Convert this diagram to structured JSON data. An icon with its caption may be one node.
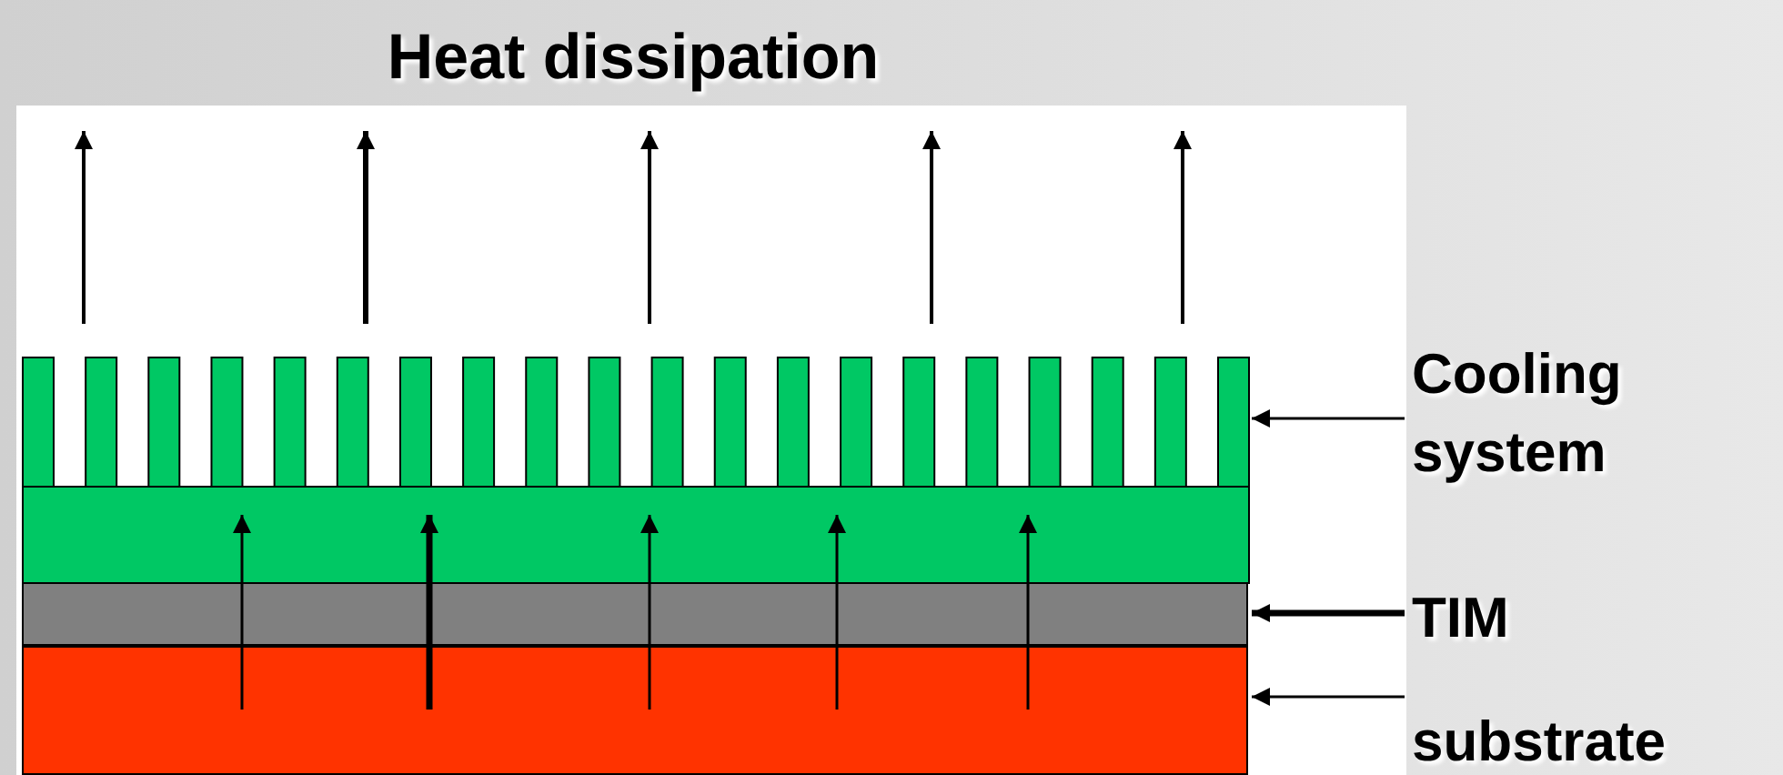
{
  "diagram": {
    "title": "Heat dissipation",
    "nodes": [
      {
        "text": [
          "Cooling system"
        ]
      },
      {
        "text": [
          "TIM"
        ]
      },
      {
        "text": [
          "substrate"
        ]
      },
      {
        "text": [],
        "shape": "box"
      },
      {
        "text": [],
        "shape": "bar"
      },
      {
        "text": [],
        "shape": "bar"
      }
    ],
    "edges": [
      {
        "from": 0,
        "to": 3,
        "arrow": "to"
      },
      {
        "from": 1,
        "to": 4,
        "arrow": "to",
        "style": "thick"
      },
      {
        "from": 2,
        "to": 5,
        "arrow": "to"
      },
      {
        "from": 5,
        "to": 4,
        "arrow": "none"
      },
      {
        "from": 4,
        "to": 3,
        "arrow": "to"
      },
      {
        "from": 5,
        "to": 4,
        "arrow": "none",
        "style": "thick"
      },
      {
        "from": 4,
        "to": 3,
        "arrow": "to",
        "style": "thick"
      },
      {
        "from": 5,
        "to": 4,
        "arrow": "none"
      },
      {
        "from": 4,
        "to": 3,
        "arrow": "to"
      },
      {
        "from": 5,
        "to": 4,
        "arrow": "none"
      },
      {
        "from": 4,
        "to": 3,
        "arrow": "to"
      },
      {
        "from": 5,
        "to": 4,
        "arrow": "none"
      },
      {
        "from": 4,
        "to": 3,
        "arrow": "to"
      }
    ]
  }
}
